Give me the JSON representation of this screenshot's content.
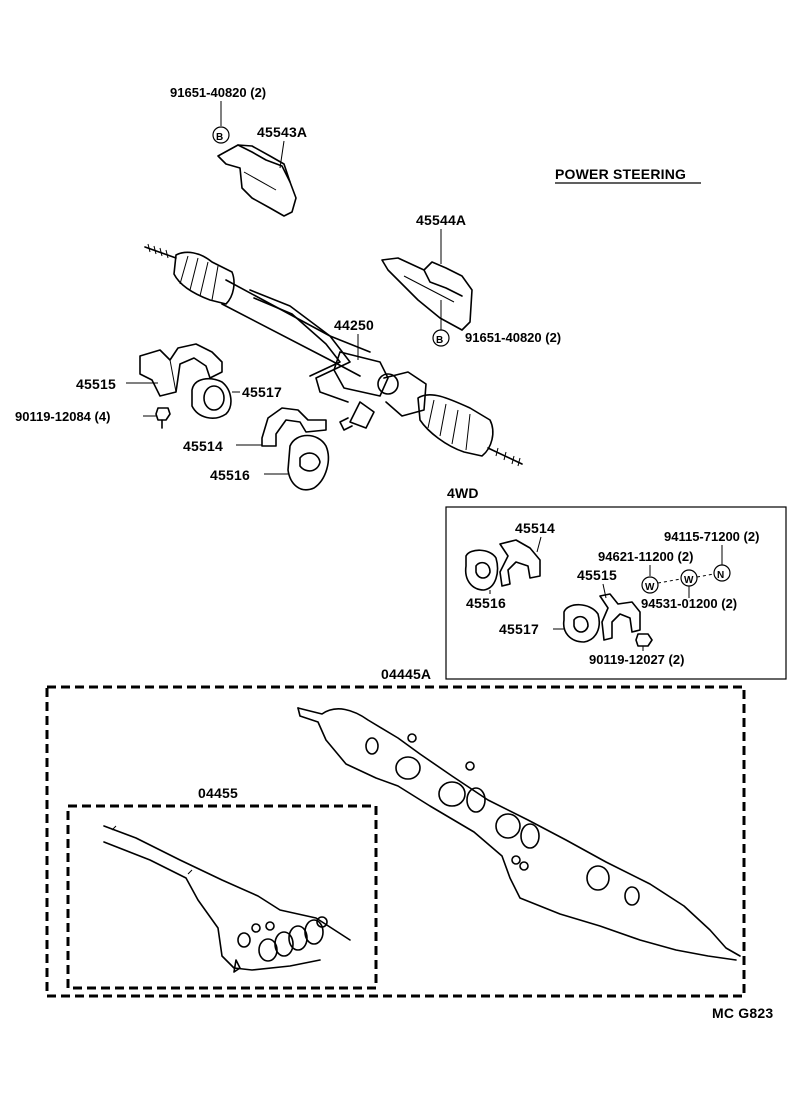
{
  "title": "POWER STEERING",
  "footer_code": "MC  G823",
  "callouts": {
    "bolt_top": "91651-40820 (2)",
    "bolt_top_symbol": "B",
    "bracket_a": "45543A",
    "bracket_b": "45544A",
    "bolt_right_symbol": "B",
    "bolt_right": "91651-40820 (2)",
    "gear_assy": "44250",
    "bracket_45515": "45515",
    "bushing_45517": "45517",
    "bolt_left": "90119-12084 (4)",
    "bracket_45514": "45514",
    "bushing_45516": "45516",
    "kit_a": "04445A",
    "kit_b": "04455"
  },
  "fourwd": {
    "heading": "4WD",
    "p45514": "45514",
    "p45516": "45516",
    "p45515": "45515",
    "p45517": "45517",
    "nut": "94115-71200 (2)",
    "washer_a": "94621-11200 (2)",
    "washer_b": "94531-01200 (2)",
    "bolt": "90119-12027 (2)",
    "sym_w1": "W",
    "sym_w2": "W",
    "sym_n": "N"
  }
}
